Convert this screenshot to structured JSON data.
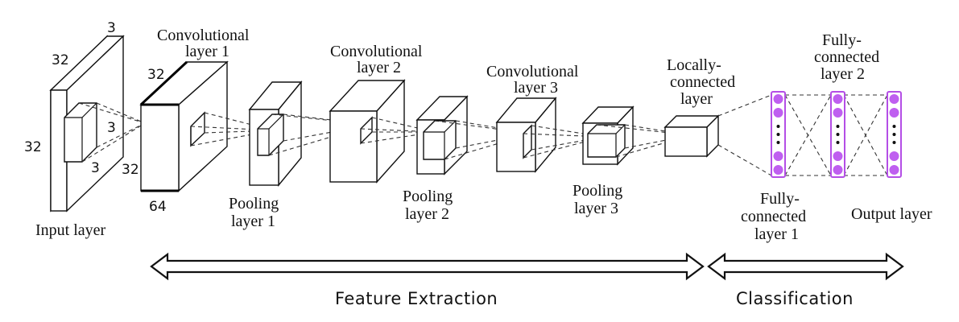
{
  "layers": {
    "input": {
      "label": "Input layer",
      "dim_depth": "3",
      "dim_width": "32",
      "dim_height": "32",
      "kernel_a": "3",
      "kernel_b": "3"
    },
    "conv1": {
      "label_line1": "Convolutional",
      "label_line2": "layer 1",
      "dim_width": "32",
      "dim_depth": "32",
      "dim_channels": "64"
    },
    "pool1": {
      "label_line1": "Pooling",
      "label_line2": "layer 1"
    },
    "conv2": {
      "label_line1": "Convolutional",
      "label_line2": "layer 2"
    },
    "pool2": {
      "label_line1": "Pooling",
      "label_line2": "layer 2"
    },
    "conv3": {
      "label_line1": "Convolutional",
      "label_line2": "layer 3"
    },
    "pool3": {
      "label_line1": "Pooling",
      "label_line2": "layer 3"
    },
    "local": {
      "label_line1": "Locally-",
      "label_line2": "connected",
      "label_line3": "layer"
    },
    "fc1": {
      "label_line1": "Fully-",
      "label_line2": "connected",
      "label_line3": "layer 1"
    },
    "fc2": {
      "label_line1": "Fully-",
      "label_line2": "connected",
      "label_line3": "layer 2"
    },
    "output": {
      "label": "Output layer"
    }
  },
  "sections": {
    "feature_extraction": "Feature Extraction",
    "classification": "Classification"
  },
  "colors": {
    "neuron": "#bf5ff0",
    "neuron_border": "#b44ee6",
    "line": "#111111"
  }
}
